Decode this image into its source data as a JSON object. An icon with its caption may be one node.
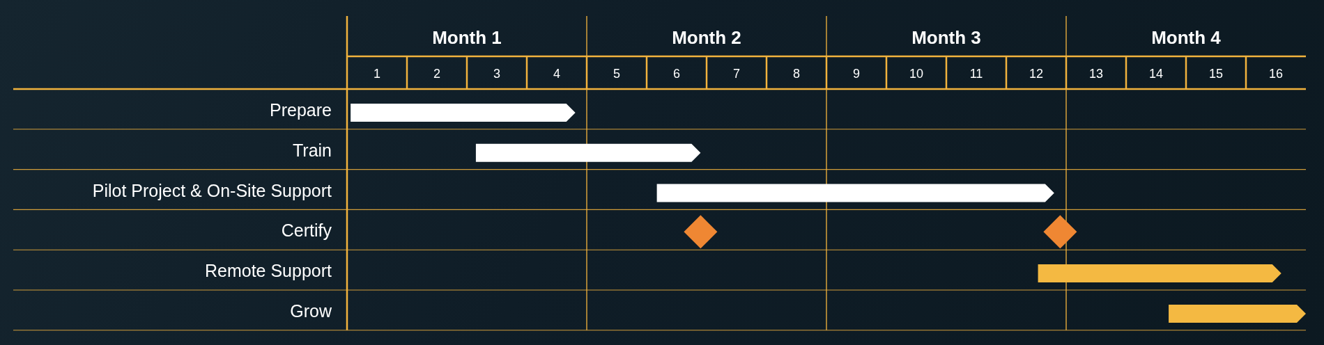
{
  "diagram": {
    "nodes": [
      {
        "text": [],
        "shape": "bar"
      },
      {
        "text": [],
        "shape": "bar"
      },
      {
        "text": [],
        "shape": "bar"
      },
      {
        "text": [],
        "shape": "diamond"
      },
      {
        "text": [],
        "shape": "diamond"
      },
      {
        "text": [],
        "shape": "bar"
      },
      {
        "text": [],
        "shape": "bar"
      }
    ],
    "labels": [
      "Month 1",
      "Month 2",
      "Month 3",
      "Month 4",
      "1",
      "2",
      "3",
      "4",
      "5",
      "6",
      "7",
      "8",
      "9",
      "10",
      "11",
      "12",
      "13",
      "14",
      "15",
      "16",
      "Prepare",
      "Train",
      "Pilot Project & On-Site Support",
      "Certify",
      "Remote Support",
      "Grow"
    ]
  }
}
